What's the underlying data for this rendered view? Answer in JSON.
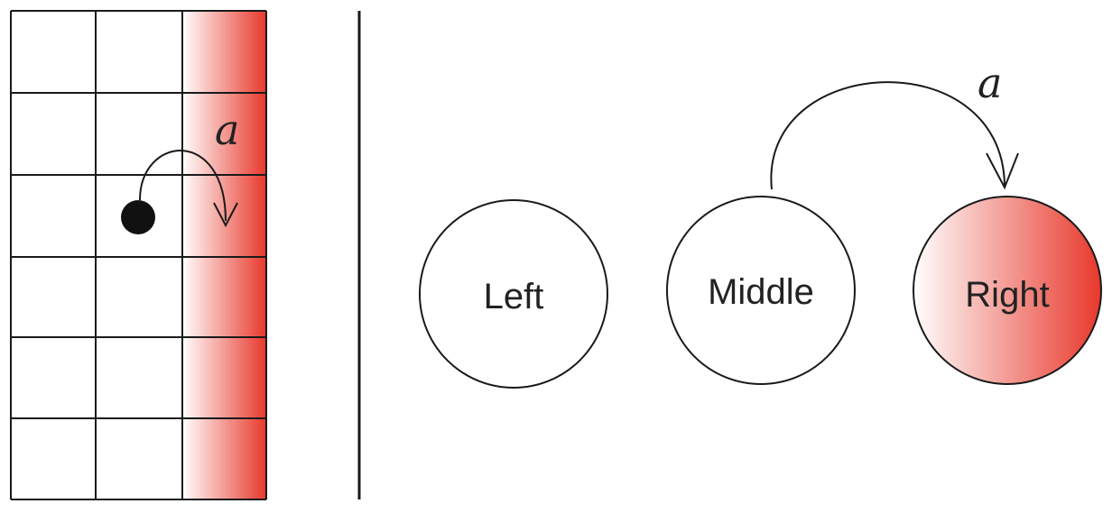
{
  "colors": {
    "highlight": "#e8382b",
    "line": "#1a1a1a",
    "agent": "#111111"
  },
  "left_panel": {
    "grid": {
      "rows": 6,
      "cols": 3,
      "highlighted_column": 3
    },
    "agent_cell": {
      "row": 3,
      "col": 2
    },
    "action_label": "a"
  },
  "right_panel": {
    "states": [
      {
        "id": "left",
        "label": "Left",
        "highlighted": false
      },
      {
        "id": "middle",
        "label": "Middle",
        "highlighted": false
      },
      {
        "id": "right",
        "label": "Right",
        "highlighted": true
      }
    ],
    "transition": {
      "from": "Middle",
      "to": "Right",
      "label": "a"
    }
  }
}
